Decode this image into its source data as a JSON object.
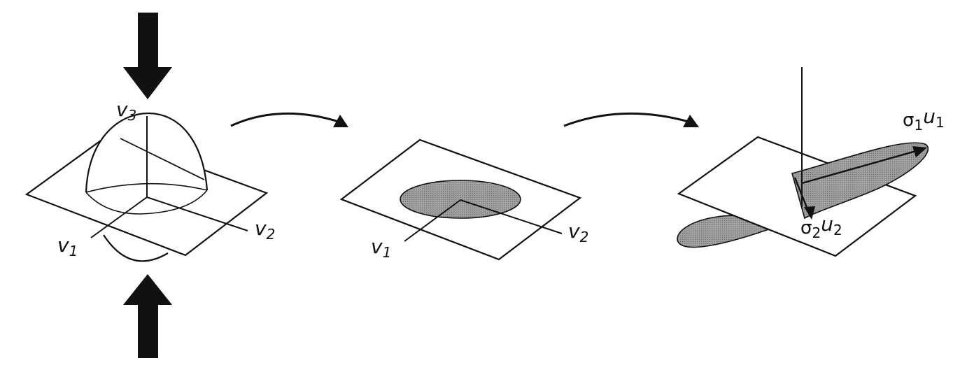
{
  "colors": {
    "ink": "#111111",
    "paper": "#ffffff",
    "shade": "#8c8c8c",
    "hemisphere_fill": "#ffffff"
  },
  "panels": [
    {
      "name": "sphere-compression",
      "labels": {
        "v1": {
          "base": "v",
          "sub": "1"
        },
        "v2": {
          "base": "v",
          "sub": "2"
        },
        "v3": {
          "base": "v",
          "sub": "3"
        }
      }
    },
    {
      "name": "flattened-ellipse",
      "labels": {
        "v1": {
          "base": "v",
          "sub": "1"
        },
        "v2": {
          "base": "v",
          "sub": "2"
        }
      }
    },
    {
      "name": "rotated-ellipse",
      "labels": {
        "s1u1": {
          "sigma": "σ",
          "sigma_sub": "1",
          "u": "u",
          "u_sub": "1"
        },
        "s2u2": {
          "sigma": "σ",
          "sigma_sub": "2",
          "u": "u",
          "u_sub": "2"
        }
      }
    }
  ],
  "transitions": [
    "curved-arrow-1",
    "curved-arrow-2"
  ],
  "icons": {
    "press_down": "block-arrow-down",
    "press_up": "block-arrow-up"
  }
}
